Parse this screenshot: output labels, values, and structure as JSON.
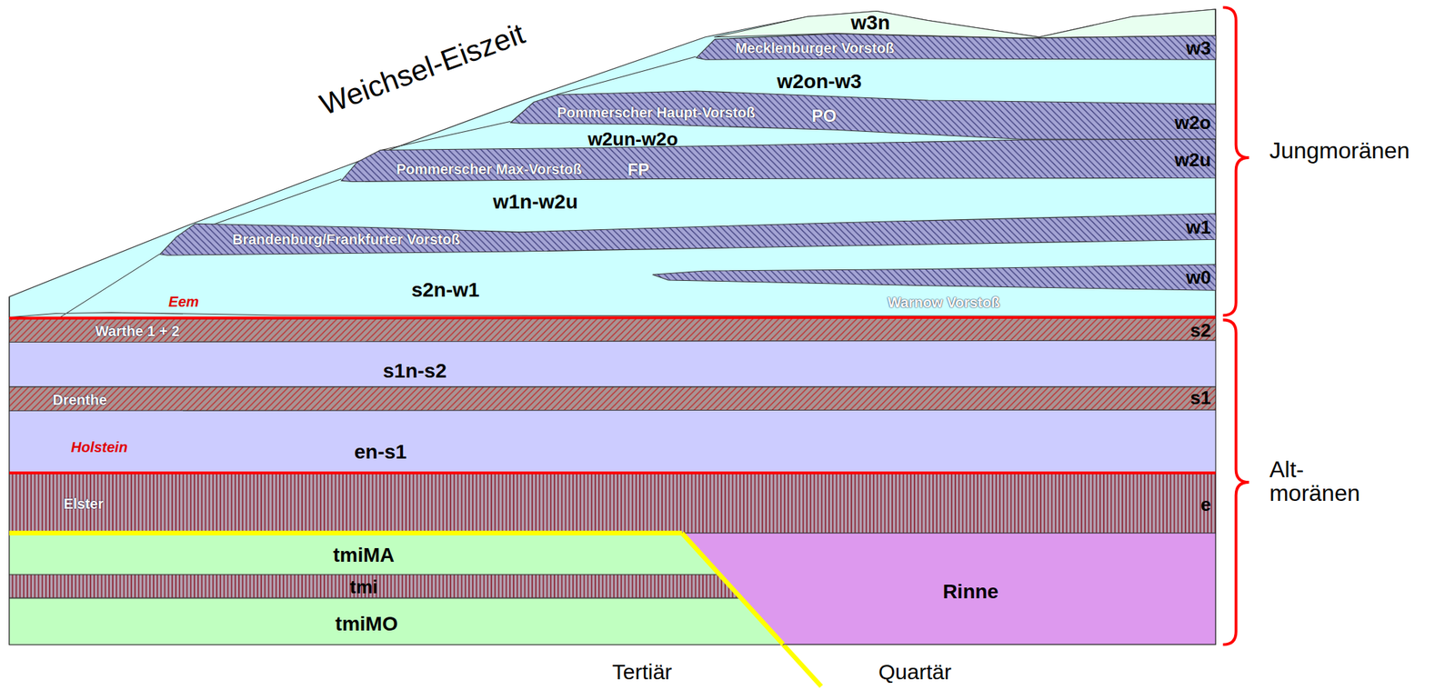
{
  "diagram": {
    "nodes": [
      {
        "text": [
          "w3n"
        ]
      },
      {
        "text": [
          "Mecklenburger Vorstoß",
          "w3"
        ]
      },
      {
        "text": [
          "w2on-w3"
        ]
      },
      {
        "text": [
          "Pommerscher Haupt-Vorstoß",
          "PO",
          "w2o"
        ]
      },
      {
        "text": [
          "w2un-w2o"
        ]
      },
      {
        "text": [
          "Pommerscher Max-Vorstoß",
          "FP",
          "w2u"
        ]
      },
      {
        "text": [
          "w1n-w2u"
        ]
      },
      {
        "text": [
          "Brandenburg/Frankfurter Vorstoß",
          "w1"
        ]
      },
      {
        "text": [
          "w0",
          "Warnow Vorstoß"
        ]
      },
      {
        "text": [
          "s2n-w1",
          "Eem"
        ]
      },
      {
        "text": [
          "Warthe 1 + 2",
          "s2"
        ]
      },
      {
        "text": [
          "s1n-s2"
        ]
      },
      {
        "text": [
          "Drenthe",
          "s1"
        ]
      },
      {
        "text": [
          "en-s1",
          "Holstein"
        ]
      },
      {
        "text": [
          "Elster",
          "e"
        ]
      },
      {
        "text": [
          "tmiMA"
        ]
      },
      {
        "text": [
          "tmi"
        ]
      },
      {
        "text": [
          "tmiMO"
        ]
      },
      {
        "text": [
          "Rinne"
        ]
      }
    ],
    "labels": [
      "Weichsel-Eiszeit",
      "Jungmoränen",
      "Alt- moränen",
      "Tertiär",
      "Quartär"
    ]
  }
}
